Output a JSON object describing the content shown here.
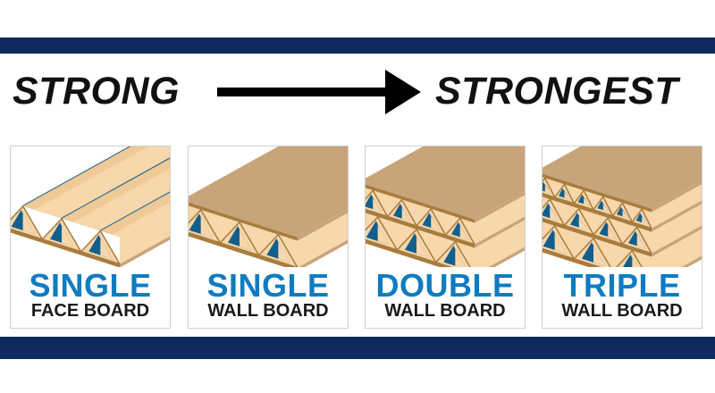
{
  "header": {
    "left": "STRONG",
    "right": "STRONGEST"
  },
  "colors": {
    "navy": "#0e2a5e",
    "blue": "#0f7cc0",
    "kraft": "#c8a47a",
    "cream": "#f7d7ab",
    "edge": "#a97c3e",
    "flute_shadow": "#125f8e"
  },
  "cards": [
    {
      "title": "SINGLE",
      "subtitle": "FACE BOARD",
      "flute_layers": 1,
      "top_liner": false
    },
    {
      "title": "SINGLE",
      "subtitle": "WALL BOARD",
      "flute_layers": 1,
      "top_liner": true
    },
    {
      "title": "DOUBLE",
      "subtitle": "WALL BOARD",
      "flute_layers": 2,
      "top_liner": true
    },
    {
      "title": "TRIPLE",
      "subtitle": "WALL BOARD",
      "flute_layers": 3,
      "top_liner": true
    }
  ]
}
